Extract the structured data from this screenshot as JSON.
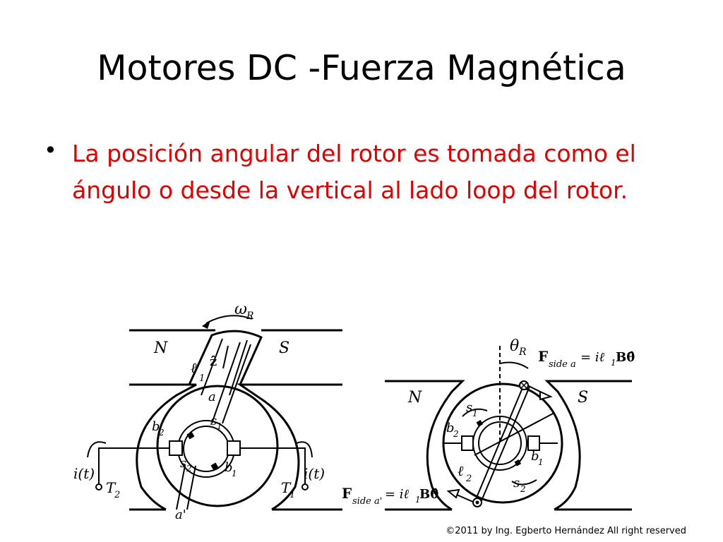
{
  "slide": {
    "title": "Motores DC -Fuerza Magnética",
    "bullet": "La posición angular del rotor  es tomada como el ángulo o desde la vertical al lado loop del rotor.",
    "footer": "©2011 by Ing. Egberto Hernández All right reserved"
  },
  "colors": {
    "bullet_text": "#e00000",
    "title": "#000000"
  },
  "figure_left": {
    "labels": {
      "omega": "ω",
      "omega_sub": "R",
      "n": "N",
      "s": "S",
      "z": "ẑ",
      "l": "ℓ",
      "l_sub": "1",
      "a": "a",
      "a_prime": "a'",
      "s1": "s",
      "s1_sub": "1",
      "s2": "s",
      "s2_sub": "2",
      "b1": "b",
      "b1_sub": "1",
      "b2": "b",
      "b2_sub": "2",
      "it_left": "i(t)",
      "it_right": "i(t)",
      "t1": "T",
      "t1_sub": "1",
      "t2": "T",
      "t2_sub": "2"
    }
  },
  "figure_right": {
    "labels": {
      "theta": "θ",
      "theta_sub": "R",
      "f_side_a_F": "F",
      "f_side_a_sub": "side a",
      "f_side_a_eq": "= iℓ",
      "f_side_a_eq_sub": "1",
      "f_side_a_eq2": "Bθ̂",
      "f_side_ap_F": "F",
      "f_side_ap_sub": "side a'",
      "f_side_ap_eq": "= iℓ",
      "f_side_ap_eq_sub": "1",
      "f_side_ap_eq2": "Bθ̂",
      "n": "N",
      "s": "S",
      "s1": "s",
      "s1_sub": "1",
      "s2": "s",
      "s2_sub": "2",
      "b1": "b",
      "b1_sub": "1",
      "b2": "b",
      "b2_sub": "2",
      "l": "ℓ",
      "l_sub": "2"
    }
  }
}
